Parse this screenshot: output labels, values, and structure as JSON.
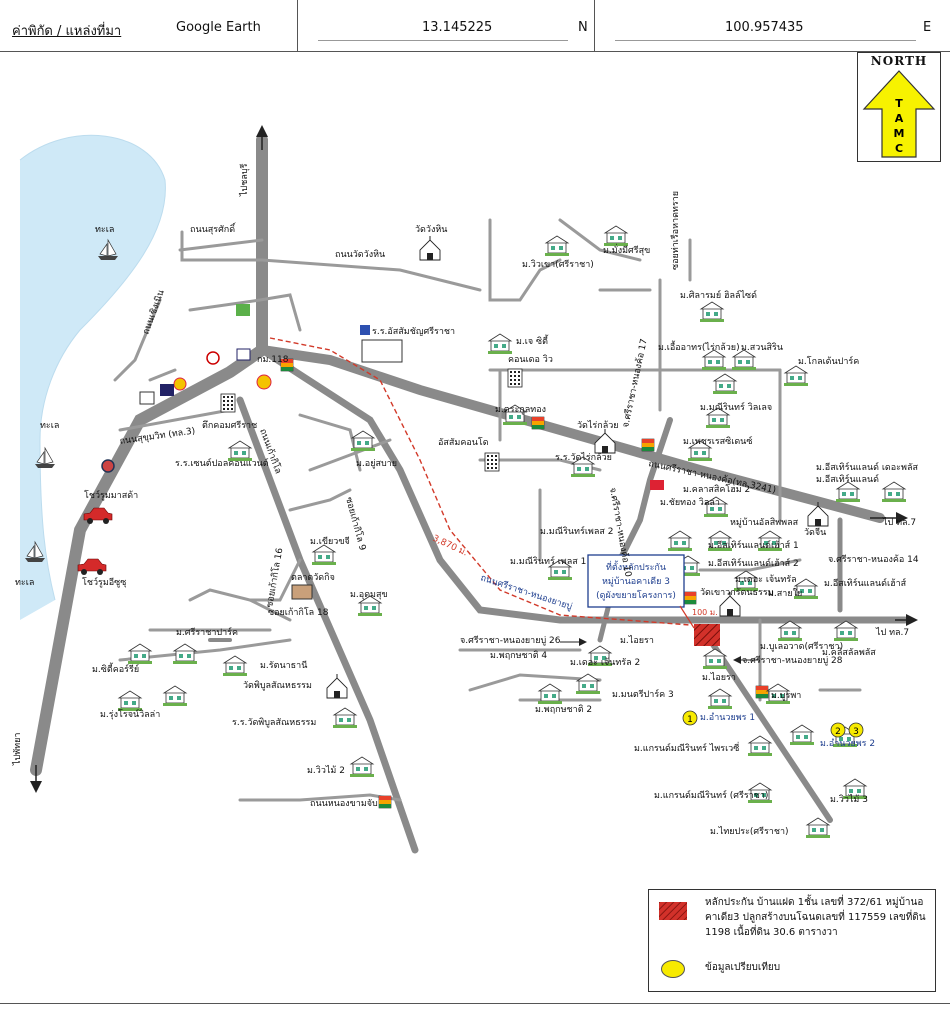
{
  "header": {
    "source_label": "ค่าพิกัด / แหล่งที่มา",
    "source_value": "Google Earth",
    "lat_value": "13.145225",
    "lat_dir": "N",
    "lon_value": "100.957435",
    "lon_dir": "E"
  },
  "north": {
    "title": "NORTH",
    "letters": [
      "T",
      "A",
      "M",
      "C"
    ],
    "arrow_color": "#f7f200"
  },
  "colors": {
    "sea": "#cfe9f7",
    "road": "#8a8a8a",
    "route": "#d23a2a",
    "subject": "#d2312a",
    "compare": "#f7ea00",
    "label_blue": "#1f3f8f"
  },
  "labels": {
    "sea1": "ทะเล",
    "sea2": "ทะเล",
    "sea3": "ทะเล",
    "to_chonburi": "ไปชลบุรี",
    "to_pattaya": "ไปพัทยา",
    "rd_surasak": "ถนนสุรศักดิ์",
    "rd_wangwanghin": "ถนนวัดวังหิน",
    "wat_wanghin": "วัดวังหิน",
    "rd_choengnoen": "ถนนเชิงเนิน",
    "rd_sukhumvit": "ถนนสุขุมวิท (ทล.3)",
    "km118": "กม.118",
    "school_assumption": "ร.ร.อัสสัมชัญศรีราชา",
    "tower_comsri": "ตึกคอมศรีราช",
    "hosp_camillian": "ร.ร.เซนต์ปอลคอนแวนต์",
    "rd_naphalop": "ถนนเก้ากิโล",
    "toyota": "โชว์รูมมาสด้า",
    "isuzu": "โชว์รูมอีซูซุ",
    "rd_khaokilo16": "ซอยเก้ากิโล 16",
    "rd_khaokilo18": "ซอยเก้ากิโล 18",
    "rd_khaokilo9": "ซอยเก้ากิโล 9",
    "market_nong": "ตลาดวัดกิจ",
    "wat_phibun": "วัดพิบูลสัณหธรรม",
    "school_phibun": "ร.ร.วัดพิบูลสัณหธรรม",
    "m_sriracha_park": "ม.ศรีราชาปาร์ค",
    "m_city_ri": "ม.ซิตี้คอร์รีย์",
    "m_rungrot": "ม.รุ่งโรจน์วิลล่า",
    "m_ratna": "ม.รัตนาธานี",
    "m_udomsuk": "ม.อุดมสุข",
    "m_khiaokha": "ม.เขียวขจี",
    "m_yusabai": "ม.อยู่สบาย",
    "m_wiwa2": "ม.วิวไม้ 2",
    "rd_nongkhamchap": "ถนนหนองขามจับ",
    "m_jcity": "ม.เจ ซิตี้",
    "condo_view": "คอนเดอ วิว",
    "m_trakul": "ม.ตระกูลทอง",
    "assumption_condo": "อัสสัมคอนโด",
    "wat_raikluai": "วัดไร่กล้วย",
    "school_raikluai": "ร.ร.วัดไร่กล้วย",
    "m_wiwkhao": "ม.วิวเขา(ศรีราชา)",
    "m_mangmisuk": "ม.มั่งมีศรีสุข",
    "rd_sriracha_nongkho17": "จ.ศรีราชา-หนองค้อ 17",
    "m_siam_hills": "ม.ศิลารมย์ ฮิลล์ไซด์",
    "m_chiaoa": "ม.เอื้ออาทร(ไร่กล้วย)",
    "m_suan_sirin": "ม.สวนสิริน",
    "m_golden": "ม.โกลเด้นปาร์ค",
    "m_manirin_villa": "ม.มณีรินทร์ วิลเลจ",
    "m_phet": "ม.เพชรเรสซิเดนซ์",
    "rd_sriracha_nongkho3241": "ถนนศรีราชา-หนองค้อ(ทล.3241)",
    "m_eastern_deplus": "ม.อีสเทิร์นแลนด์ เดอะพลัส",
    "m_eastern_land": "ม.อีสเทิร์นแลนด์",
    "m_kasem": "ม.คลาสสิคโฮม 2",
    "m_chaithong": "ม.ชัยทอง วิลล่า",
    "m_nongkho_plus": "หมู่บ้านอัลสิพพลส",
    "wat_chin": "วัดจีน",
    "to_tl7": "ไป ทล.7",
    "to_tl7b": "ไป ทล.7",
    "m_manirin_plus2": "ม.มณีรินทร์เพลส 2",
    "m_manirin_plus1": "ม.มณีรินทร์ เพลส 1",
    "m_eastern1": "ม.อีสเทิร์นแลนด์เฮ้าส์ 1",
    "m_eastern2": "ม.อีสเทิร์นแลนด์เฮ้าส์ 2",
    "m_the_chenthon": "ม.เดอะ เจ้นทรัล",
    "wat_kaewkat": "วัดเขาวกรัตนธรรม",
    "rd_sriracha_nongkho10": "จ.ศรีราชา-หนองค้อ 10",
    "rd_sriracha_nongkho14": "จ.ศรีราชา-หนองค้อ 14",
    "m_saiyai": "ม.สายใย",
    "m_eastern_house": "ม.อีสเทิร์นแลนด์เฮ้าส์",
    "distance": "3,870 ม.",
    "rd_sriracha_nongyaibu": "ถนนศรีราชา-หนองยายบู่",
    "subject_callout": "ที่ตั้งหลักประกัน หมู่บ้านอคาเดีย 3 (ดูผังขยายโครงการ)",
    "km100": "100 ม.",
    "rd_nongyaibu26": "จ.ศรีราชา-หนองยายบู่ 26",
    "m_phruksa4": "ม.พฤกษชาติ 4",
    "m_aiya": "ม.ไอยรา",
    "m_the_chenthon2": "ม.เดอะ เจ้นทรัล 2",
    "m_aiya2": "ม.ไอยรา",
    "rd_nongyaibu28": "จ.ศรีราชา-หนองยายบู่ 28",
    "m_buree_sriracha": "ม.บูเลอวาด(ศรีราชา)",
    "m_classic_plus": "ม.คลิสลัลพลัส",
    "m_munkhon3": "ม.มนตรีปาร์ค 3",
    "m_phruksa2": "ม.พฤกษชาติ 2",
    "m_burapha": "ม.บูรพา",
    "m_anwaiphon1": "ม.อำนวยพร 1",
    "m_anwaiphon2": "ม.อำนวยพร 2",
    "m_grand_manirin": "ม.แกรนด์มณีรินทร์ ไพรเวซี่",
    "m_grand_manirin2": "ม.แกรนด์มณีรินทร์ (ศรีราชา)",
    "m_wiwa3": "ม.วิวไม้ 3",
    "m_thai_pracha": "ม.ไทยประ(ศรีราชา)",
    "rd_khok_wang": "ซอยท่าเรือหาดทราย",
    "cmp1": "1",
    "cmp2": "2",
    "cmp3": "3"
  },
  "legend": {
    "subject_text": "หลักประกัน บ้านแฝด 1ชั้น เลขที่ 372/61 หมู่บ้านอคาเดีย3 ปลูกสร้างบนโฉนดเลขที่ 117559 เลขที่ดิน 1198 เนื้อที่ดิน 30.6 ตารางวา",
    "compare_text": "ข้อมูลเปรียบเทียบ"
  }
}
